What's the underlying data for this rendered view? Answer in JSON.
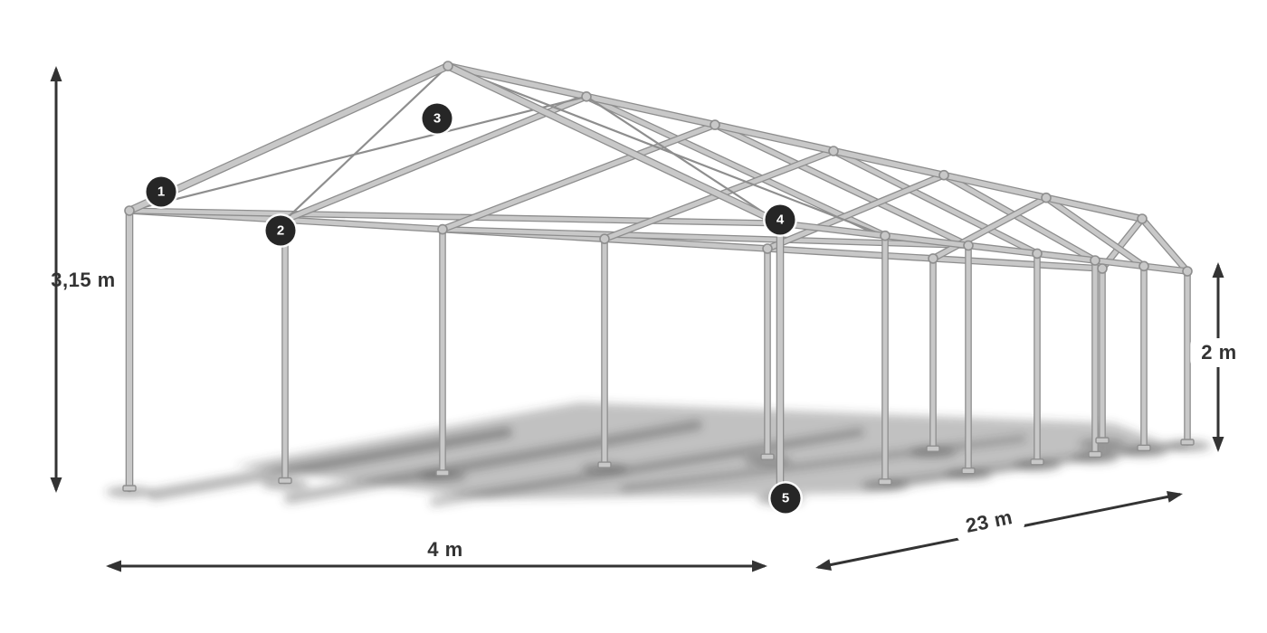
{
  "dimensions": {
    "ridge_height": "3,15 m",
    "side_height": "2 m",
    "width": "4 m",
    "length": "23 m"
  },
  "markers": [
    {
      "number": "1"
    },
    {
      "number": "2"
    },
    {
      "number": "3"
    },
    {
      "number": "4"
    },
    {
      "number": "5"
    }
  ],
  "colors": {
    "background": "#ffffff",
    "frame": "#c8c8c8",
    "frame_edge": "#8e8e8e",
    "shadow": "#3d3d3d",
    "dimension": "#333333",
    "badge_bg": "#262626",
    "badge_text": "#ffffff"
  }
}
